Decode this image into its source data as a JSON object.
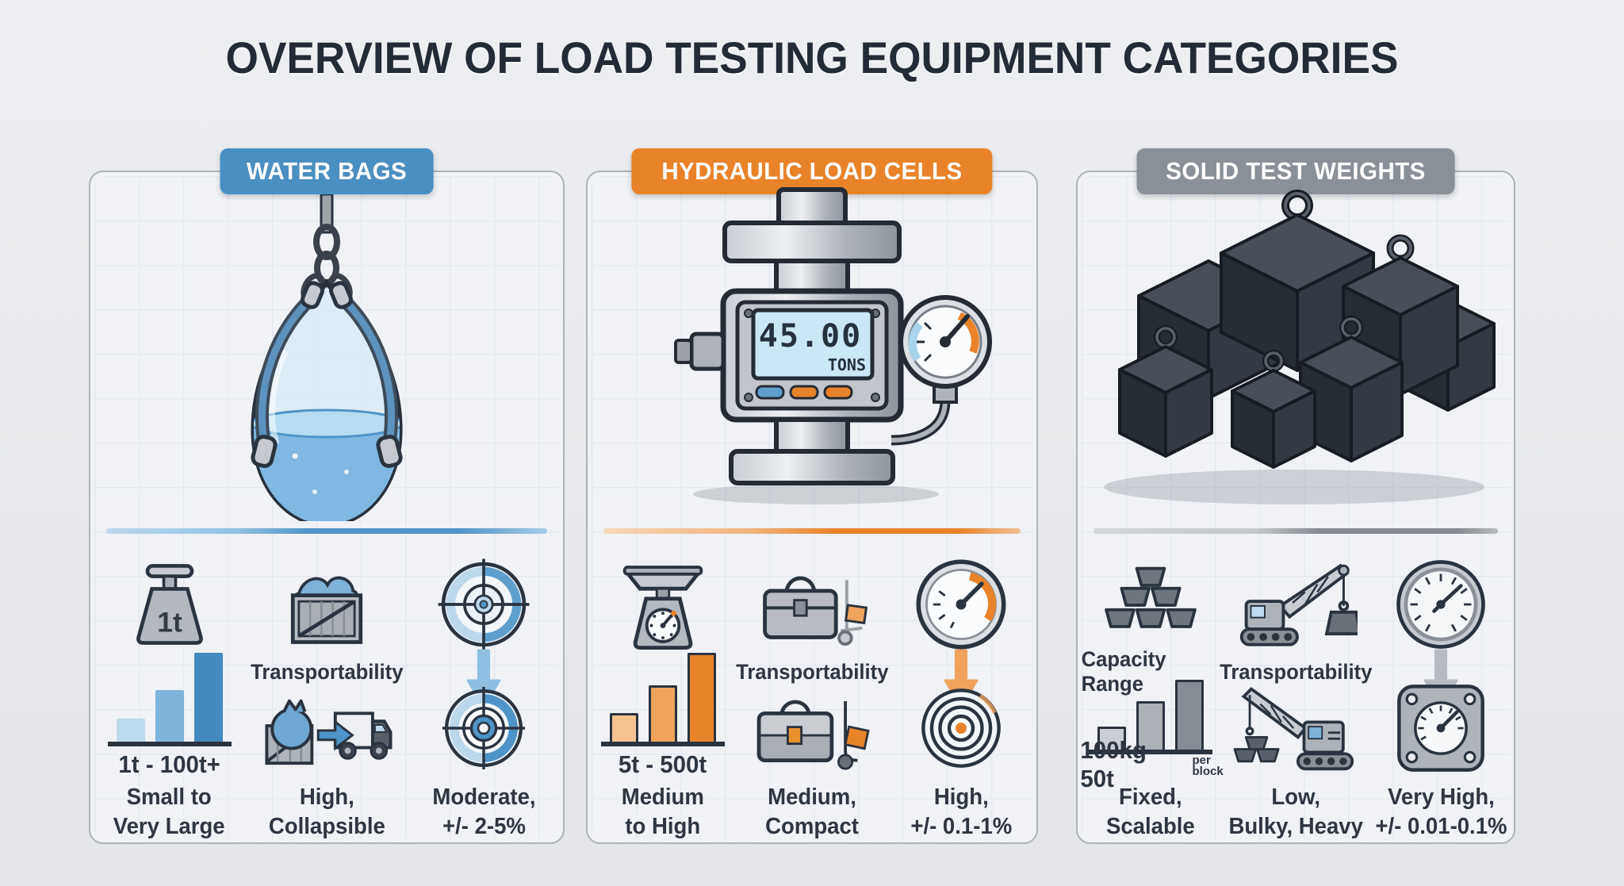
{
  "title": "OVERVIEW OF LOAD TESTING EQUIPMENT CATEGORIES",
  "columns": [
    {
      "header": "WATER BAGS",
      "accent": "#4A8FC2",
      "weight_icon_label": "1t",
      "bar_values": [
        0.26,
        0.58,
        1.0
      ],
      "bar_colors": [
        "#BDD9EC",
        "#7FB3DA",
        "#4289BF"
      ],
      "capacity_range": "1t - 100t+",
      "capacity_text": "Small to\nVery Large",
      "transport_label": "Transportability",
      "transport_text": "High,\nCollapsible",
      "accuracy_text": "Moderate,\n+/- 2-5%",
      "icons": [
        "weight-1t-icon",
        "crate-icon",
        "crosshair-target-icon",
        "bar-chart-icon",
        "bag-truck-icon",
        "bullseye-icon",
        "down-arrow-icon"
      ]
    },
    {
      "header": "HYDRAULIC LOAD CELLS",
      "accent": "#E8832A",
      "display_value": "45.00",
      "display_unit": "TONS",
      "bar_values": [
        0.32,
        0.63,
        1.0
      ],
      "bar_colors": [
        "#F4C290",
        "#F0A35C",
        "#E8832A"
      ],
      "capacity_range": "5t - 500t",
      "capacity_text": "Medium\nto High",
      "transport_label": "Transportability",
      "transport_text": "Medium,\nCompact",
      "accuracy_text": "High,\n+/- 0.1-1%",
      "icons": [
        "scale-icon",
        "toolbox-dolly-icon",
        "gauge-icon",
        "bar-chart-icon",
        "briefcase-handtruck-icon",
        "concentric-circles-icon",
        "down-arrow-icon"
      ]
    },
    {
      "header": "SOLID TEST WEIGHTS",
      "accent": "#8A9097",
      "capacity_label": "Capacity Range",
      "bar_values": [
        0.33,
        0.69,
        1.0
      ],
      "bar_colors": [
        "#CBCFD5",
        "#ABB0B7",
        "#868C94"
      ],
      "capacity_range": "100kg - 50t",
      "capacity_note": "per block",
      "capacity_text": "Fixed,\nScalable",
      "transport_label": "Transportability",
      "transport_text": "Low,\nBulky, Heavy",
      "accuracy_text": "Very High,\n+/- 0.01-0.1%",
      "icons": [
        "ingot-stack-icon",
        "crane-icon",
        "round-gauge-icon",
        "bar-chart-icon",
        "crawler-crane-icon",
        "plate-gauge-icon",
        "down-arrow-icon"
      ]
    }
  ]
}
